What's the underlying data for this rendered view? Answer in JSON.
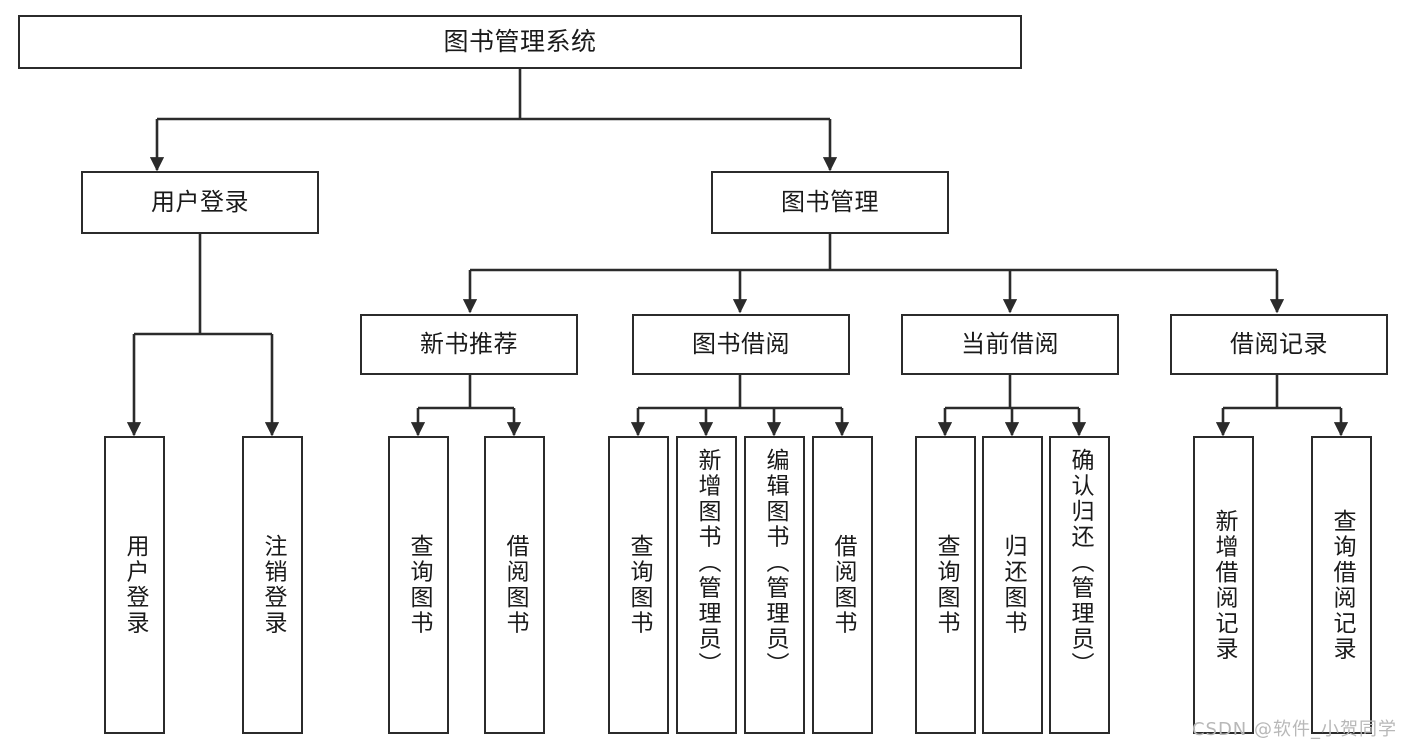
{
  "diagram": {
    "title": "图书管理系统",
    "type": "hierarchy-tree",
    "watermark": "CSDN @软件_小贺同学",
    "colors": {
      "box_border": "#2b2b2b",
      "box_fill": "#ffffff",
      "connector": "#2b2b2b",
      "text": "#1a1a1a",
      "watermark": "#b8b8b8"
    },
    "nodes": {
      "root": {
        "label": "图书管理系统"
      },
      "level2": [
        {
          "id": "user-login",
          "label": "用户登录"
        },
        {
          "id": "book-management",
          "label": "图书管理"
        }
      ],
      "level3": [
        {
          "id": "new-book-recommend",
          "label": "新书推荐"
        },
        {
          "id": "book-borrow",
          "label": "图书借阅"
        },
        {
          "id": "current-borrow",
          "label": "当前借阅"
        },
        {
          "id": "borrow-record",
          "label": "借阅记录"
        }
      ],
      "leaves": {
        "user-login": [
          {
            "id": "leaf-user-login",
            "label": "用户登录"
          },
          {
            "id": "leaf-logout",
            "label": "注销登录"
          }
        ],
        "new-book-recommend": [
          {
            "id": "leaf-query-book-1",
            "label": "查询图书"
          },
          {
            "id": "leaf-borrow-book-1",
            "label": "借阅图书"
          }
        ],
        "book-borrow": [
          {
            "id": "leaf-query-book-2",
            "label": "查询图书"
          },
          {
            "id": "leaf-add-book",
            "label": "新增图书（管理员）"
          },
          {
            "id": "leaf-edit-book",
            "label": "编辑图书（管理员）"
          },
          {
            "id": "leaf-borrow-book-2",
            "label": "借阅图书"
          }
        ],
        "current-borrow": [
          {
            "id": "leaf-query-book-3",
            "label": "查询图书"
          },
          {
            "id": "leaf-return-book",
            "label": "归还图书"
          },
          {
            "id": "leaf-confirm-return",
            "label": "确认归还（管理员）"
          }
        ],
        "borrow-record": [
          {
            "id": "leaf-add-record",
            "label": "新增借阅记录"
          },
          {
            "id": "leaf-query-record",
            "label": "查询借阅记录"
          }
        ]
      }
    }
  }
}
